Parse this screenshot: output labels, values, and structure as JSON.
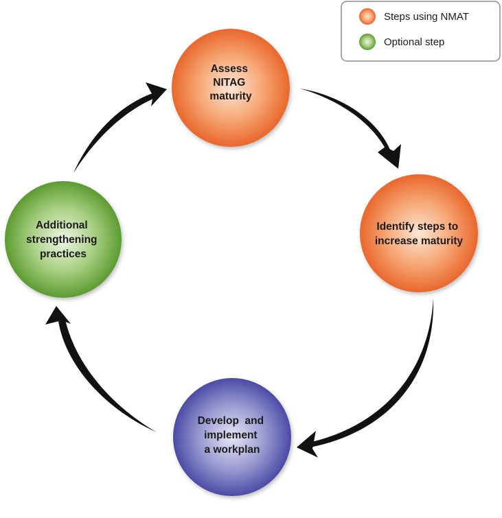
{
  "legend": {
    "items": [
      {
        "label": "Steps using NMAT",
        "color": "#ee7a3a"
      },
      {
        "label": "Optional step",
        "color": "#6aa83a"
      }
    ]
  },
  "nodes": [
    {
      "id": "assess",
      "lines": [
        "Assess",
        "NITAG",
        "maturity"
      ],
      "color": "orange"
    },
    {
      "id": "identify",
      "lines": [
        "Identify steps to",
        "increase maturity"
      ],
      "color": "orange"
    },
    {
      "id": "develop",
      "lines": [
        "Develop  and",
        "implement",
        "a workplan"
      ],
      "color": "blue"
    },
    {
      "id": "additional",
      "lines": [
        "Additional",
        "strengthening",
        "practices"
      ],
      "color": "green"
    }
  ],
  "colors": {
    "orange_light": "#fde3d0",
    "orange_dark": "#e9672c",
    "green_light": "#eaf4de",
    "green_dark": "#5c9b31",
    "blue_light": "#dcdcf2",
    "blue_dark": "#4b4ba6",
    "arrow": "#111111"
  }
}
